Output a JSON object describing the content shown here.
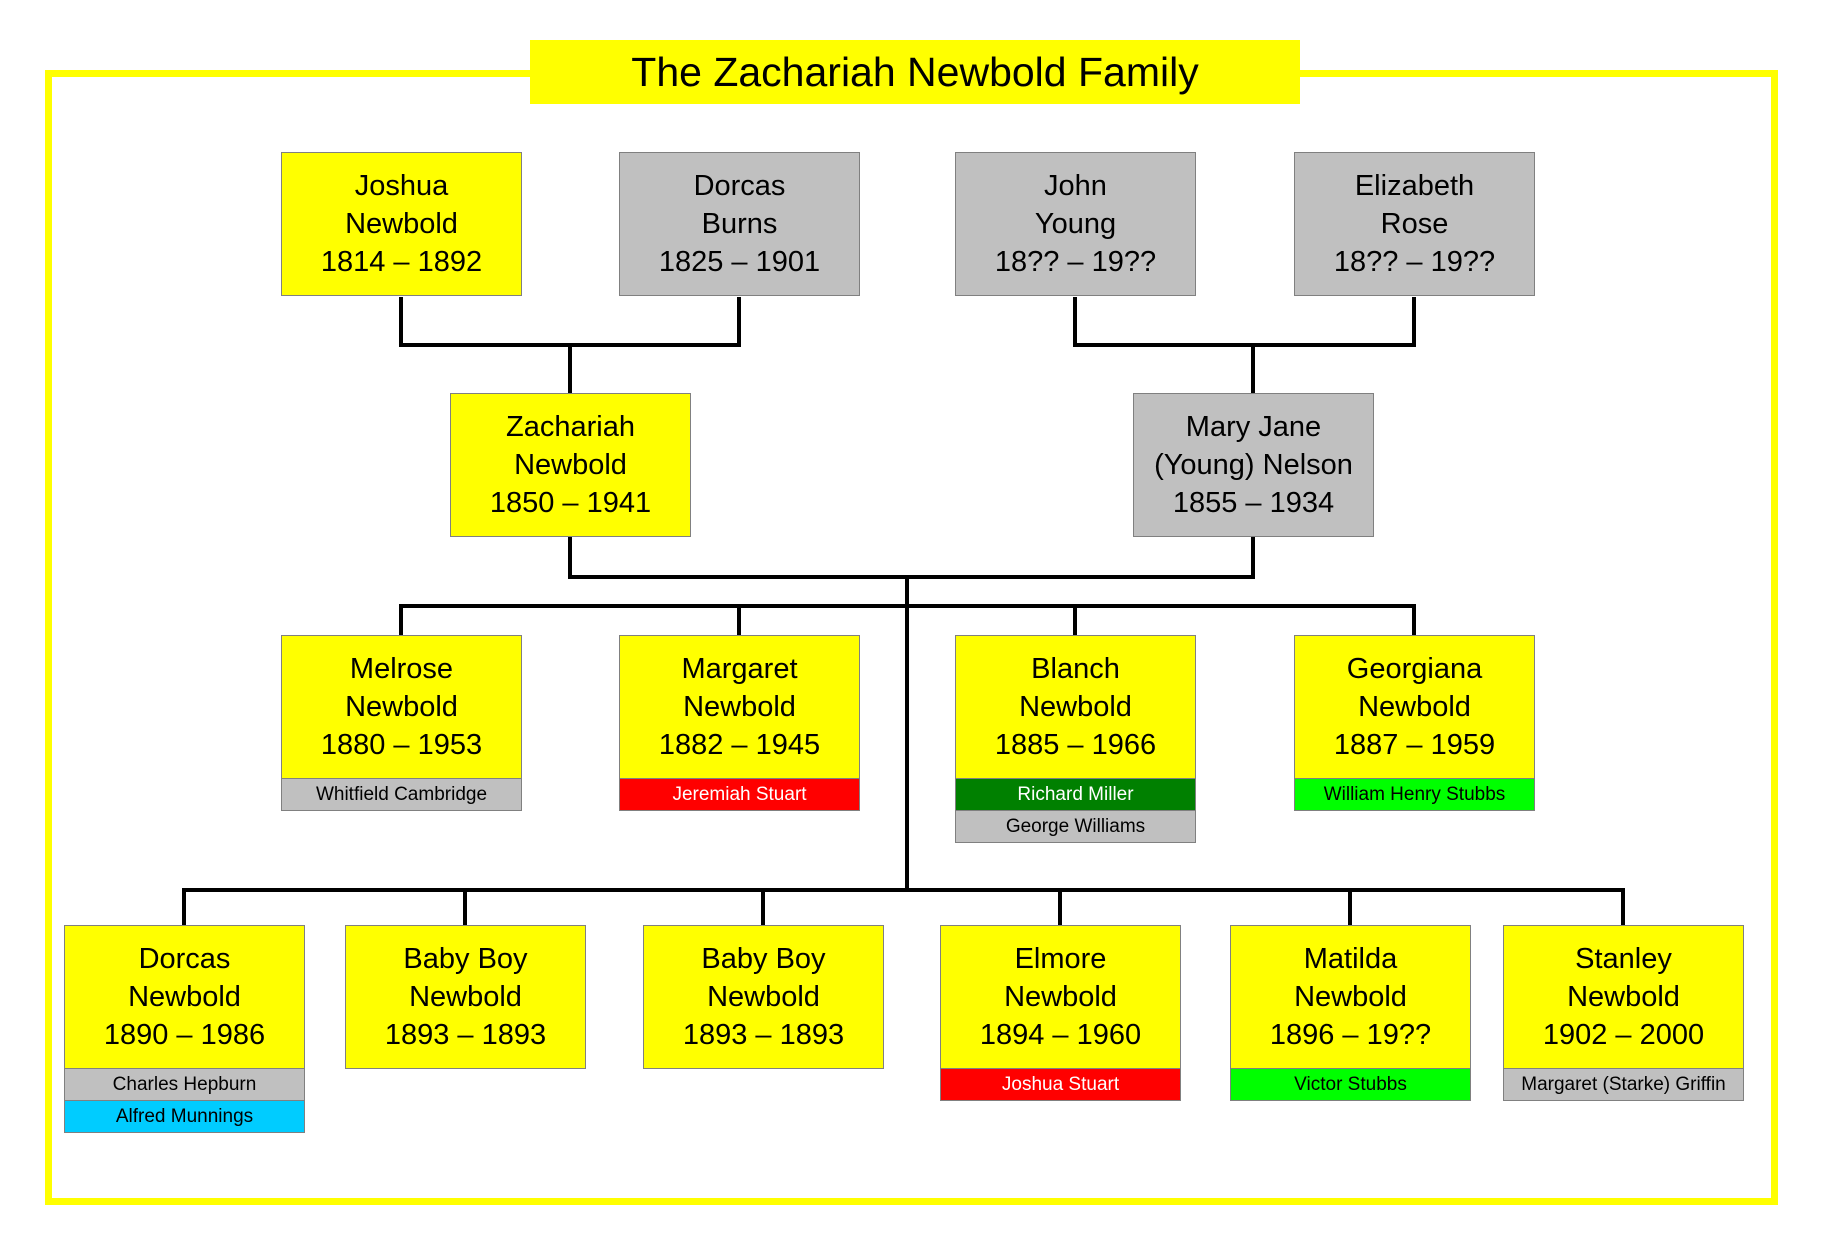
{
  "title": "The Zachariah Newbold Family",
  "colors": {
    "yellow": "#ffff00",
    "gray": "#c0c0c0",
    "red": "#ff0000",
    "dark_green": "#008000",
    "green": "#00ff00",
    "cyan": "#00ccff",
    "white_text": "#ffffff",
    "red_text": "#ffffff"
  },
  "grandparents": [
    {
      "first": "Joshua",
      "last": "Newbold",
      "years": "1814 – 1892",
      "color": "#ffff00"
    },
    {
      "first": "Dorcas",
      "last": "Burns",
      "years": "1825 – 1901",
      "color": "#c0c0c0"
    },
    {
      "first": "John",
      "last": "Young",
      "years": "18?? – 19??",
      "color": "#c0c0c0"
    },
    {
      "first": "Elizabeth",
      "last": "Rose",
      "years": "18?? – 19??",
      "color": "#c0c0c0"
    }
  ],
  "parents": [
    {
      "first": "Zachariah",
      "last": "Newbold",
      "years": "1850 – 1941",
      "color": "#ffff00"
    },
    {
      "first": "Mary Jane",
      "last": "(Young) Nelson",
      "years": "1855 – 1934",
      "color": "#c0c0c0"
    }
  ],
  "children_row1": [
    {
      "first": "Melrose",
      "last": "Newbold",
      "years": "1880 – 1953",
      "color": "#ffff00",
      "spouses": [
        {
          "name": "Whitfield Cambridge",
          "bg": "#c0c0c0",
          "fg": "#000000"
        }
      ]
    },
    {
      "first": "Margaret",
      "last": "Newbold",
      "years": "1882 – 1945",
      "color": "#ffff00",
      "spouses": [
        {
          "name": "Jeremiah Stuart",
          "bg": "#ff0000",
          "fg": "#ffffff"
        }
      ]
    },
    {
      "first": "Blanch",
      "last": "Newbold",
      "years": "1885 – 1966",
      "color": "#ffff00",
      "spouses": [
        {
          "name": "Richard Miller",
          "bg": "#008000",
          "fg": "#ffffff"
        },
        {
          "name": "George Williams",
          "bg": "#c0c0c0",
          "fg": "#000000"
        }
      ]
    },
    {
      "first": "Georgiana",
      "last": "Newbold",
      "years": "1887 – 1959",
      "color": "#ffff00",
      "spouses": [
        {
          "name": "William Henry Stubbs",
          "bg": "#00ff00",
          "fg": "#000000"
        }
      ]
    }
  ],
  "children_row2": [
    {
      "first": "Dorcas",
      "last": "Newbold",
      "years": "1890 – 1986",
      "color": "#ffff00",
      "spouses": [
        {
          "name": "Charles Hepburn",
          "bg": "#c0c0c0",
          "fg": "#000000"
        },
        {
          "name": "Alfred Munnings",
          "bg": "#00ccff",
          "fg": "#000000"
        }
      ]
    },
    {
      "first": "Baby Boy",
      "last": "Newbold",
      "years": "1893 – 1893",
      "color": "#ffff00",
      "spouses": []
    },
    {
      "first": "Baby Boy",
      "last": "Newbold",
      "years": "1893 – 1893",
      "color": "#ffff00",
      "spouses": []
    },
    {
      "first": "Elmore",
      "last": "Newbold",
      "years": "1894 – 1960",
      "color": "#ffff00",
      "spouses": [
        {
          "name": "Joshua Stuart",
          "bg": "#ff0000",
          "fg": "#ffffff"
        }
      ]
    },
    {
      "first": "Matilda",
      "last": "Newbold",
      "years": "1896 – 19??",
      "color": "#ffff00",
      "spouses": [
        {
          "name": "Victor Stubbs",
          "bg": "#00ff00",
          "fg": "#000000"
        }
      ]
    },
    {
      "first": "Stanley",
      "last": "Newbold",
      "years": "1902 – 2000",
      "color": "#ffff00",
      "spouses": [
        {
          "name": "Margaret (Starke) Griffin",
          "bg": "#c0c0c0",
          "fg": "#000000"
        }
      ]
    }
  ]
}
